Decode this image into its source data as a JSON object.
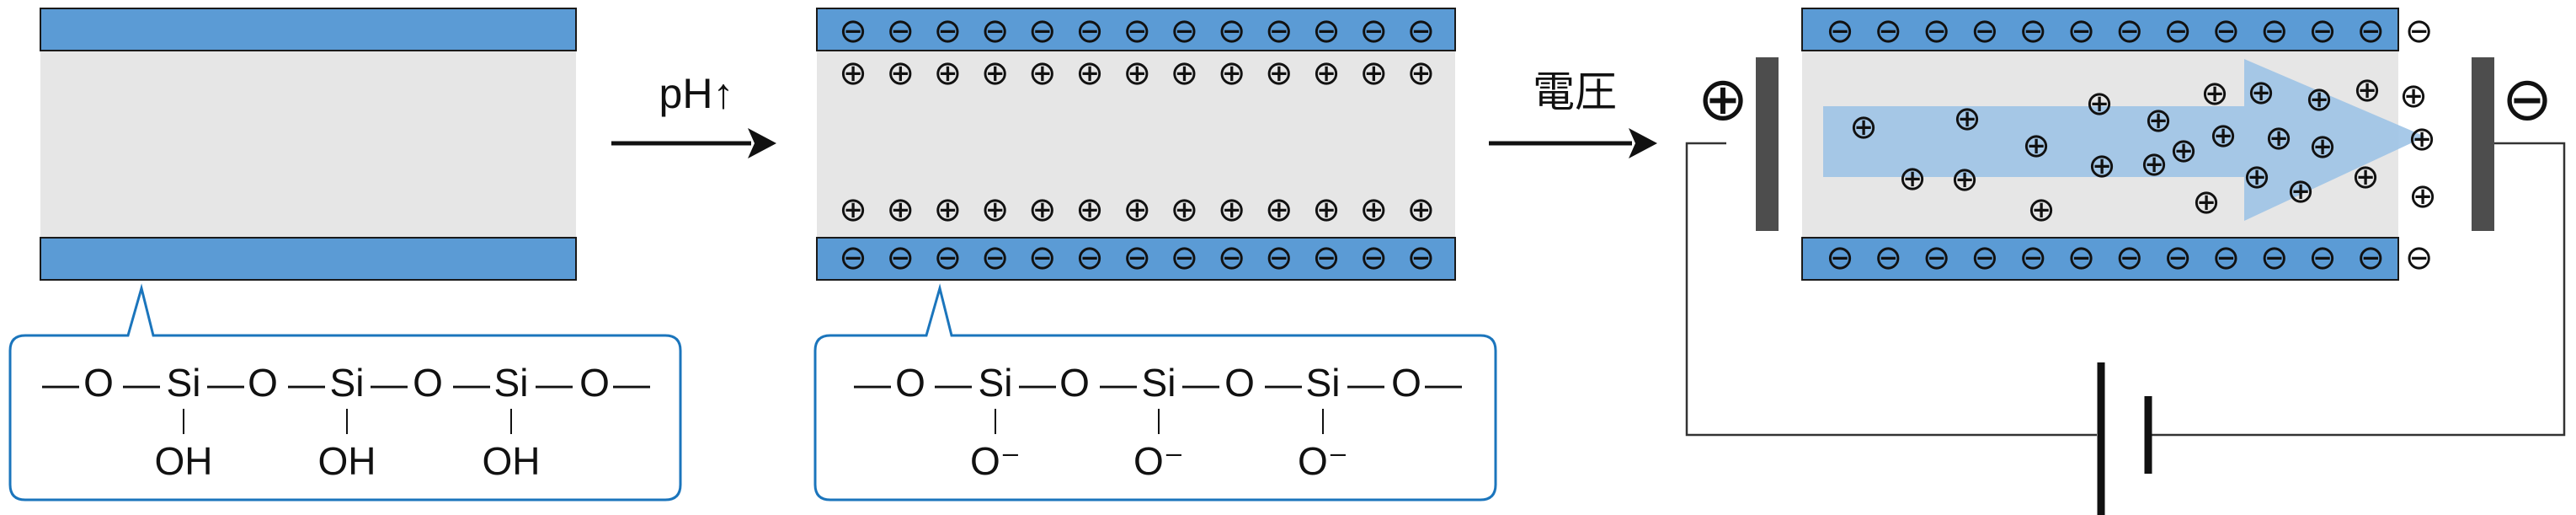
{
  "arrows": {
    "step1_label": "pH↑",
    "step2_label": "電圧"
  },
  "panel1": {
    "formula": {
      "chain": [
        "—",
        "O",
        "—",
        "Si",
        "—",
        "O",
        "—",
        "Si",
        "—",
        "O",
        "—",
        "Si",
        "—",
        "O",
        "—"
      ],
      "pendant": "OH"
    }
  },
  "panel2": {
    "formula": {
      "chain": [
        "—",
        "O",
        "—",
        "Si",
        "—",
        "O",
        "—",
        "Si",
        "—",
        "O",
        "—",
        "Si",
        "—",
        "O",
        "—"
      ],
      "pendant": "O⁻"
    },
    "wall_charge": "⊖",
    "ion_charge": "⊕"
  },
  "panel3": {
    "anode_symbol": "⊕",
    "cathode_symbol": "⊖",
    "wall_charge": "⊖",
    "ion_charge": "⊕"
  },
  "colors": {
    "wall_blue": "#5b9bd5",
    "channel_gray": "#e6e6e6",
    "flow_arrow": "#9dc3e6",
    "electrode": "#4d4d4d",
    "callout_border": "#1b75bc",
    "ion_text_blue": "#1b75bc"
  }
}
